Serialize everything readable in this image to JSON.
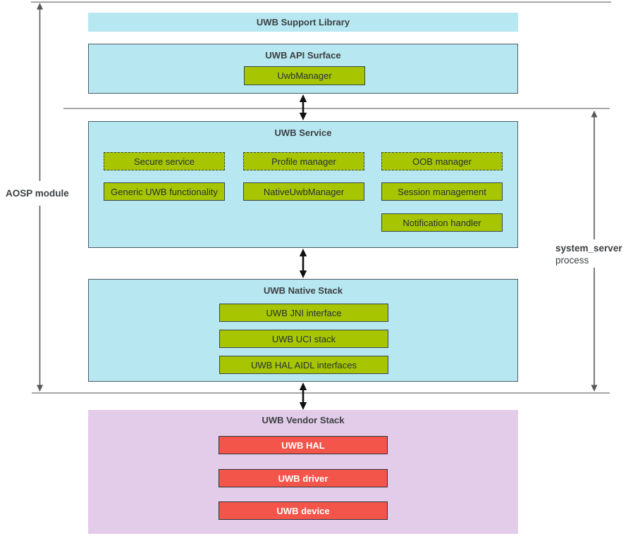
{
  "layers": {
    "support_library": {
      "title": "UWB Support Library"
    },
    "api_surface": {
      "title": "UWB API Surface",
      "uwb_manager": "UwbManager"
    },
    "uwb_service": {
      "title": "UWB Service",
      "dashed_modules": [
        "Secure service",
        "Profile manager",
        "OOB manager"
      ],
      "solid_modules": [
        "Generic UWB functionality",
        "NativeUwbManager",
        "Session management",
        "Notification handler"
      ]
    },
    "native_stack": {
      "title": "UWB Native Stack",
      "modules": [
        "UWB JNI interface",
        "UWB UCI stack",
        "UWB HAL AIDL interfaces"
      ]
    },
    "vendor_stack": {
      "title": "UWB Vendor Stack",
      "modules": [
        "UWB HAL",
        "UWB driver",
        "UWB device"
      ]
    }
  },
  "annotations": {
    "aosp_module": "AOSP module",
    "system_server": "system_server",
    "process": "process"
  },
  "colors": {
    "layer_fill_cyan": "#b7e7f1",
    "module_green": "#a7c500",
    "module_border": "#37474f",
    "vendor_fill_lavender": "#e3cce9",
    "vendor_red": "#f4554a",
    "divider_gray": "#a6a6a6",
    "bracket_gray": "#58595b",
    "arrow_black": "#111111",
    "title_text": "#3c4043"
  }
}
